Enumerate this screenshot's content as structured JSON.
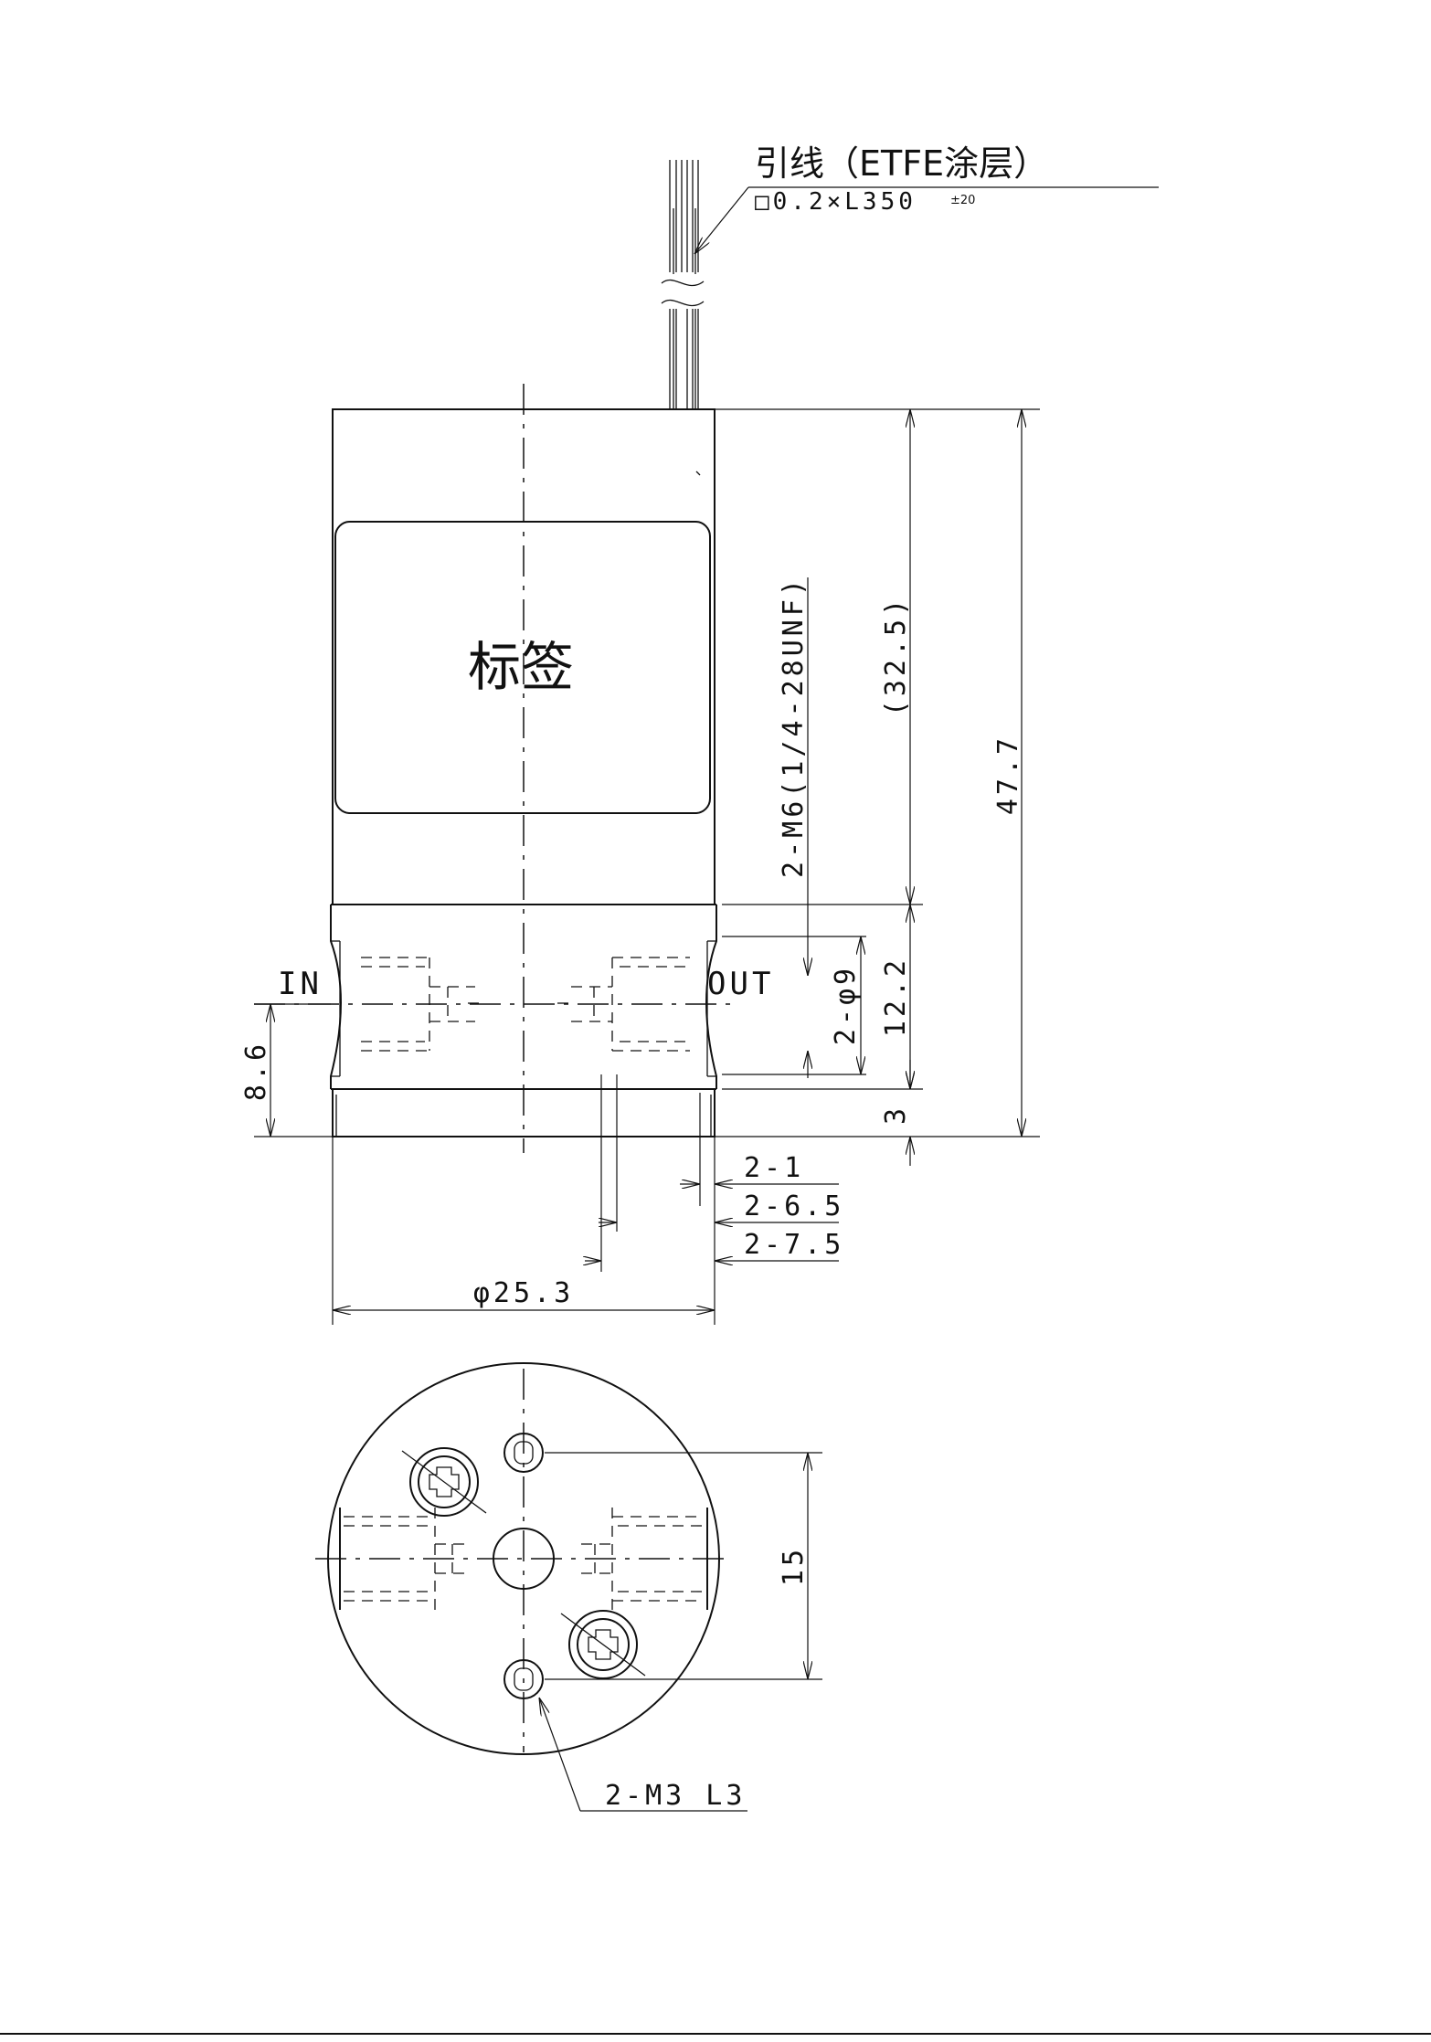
{
  "leader_top": {
    "title": "引线（ETFE涂层）",
    "spec": "□0.2×L350",
    "spec_tol": "±20"
  },
  "label_area": "标签",
  "ports": {
    "in": "IN",
    "out": "OUT"
  },
  "dimensions": {
    "thread": "2-M6(1/4-28UNF)",
    "coil_height": "(32.5)",
    "total_height": "47.7",
    "port_dia": "2-φ9",
    "body_height": "12.2",
    "base_height": "3",
    "port_center_height": "8.6",
    "d_2_1": "2-1",
    "d_2_6_5": "2-6.5",
    "d_2_7_5": "2-7.5",
    "diameter": "φ25.3",
    "bottom_pitch": "15",
    "bottom_screw": "2-M3 L3"
  }
}
